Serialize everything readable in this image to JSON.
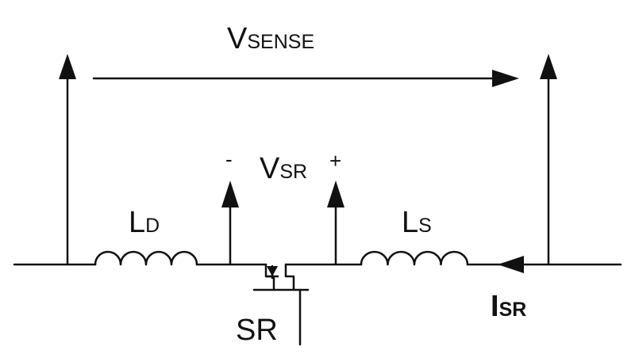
{
  "labels": {
    "v_sense": {
      "main": "V",
      "sub": "SENSE"
    },
    "v_sr": {
      "main": "V",
      "sub": "SR"
    },
    "l_d": {
      "main": "L",
      "sub": "D"
    },
    "l_s": {
      "main": "L",
      "sub": "S"
    },
    "i_sr": {
      "main": "I",
      "sub": "SR"
    },
    "sr": "SR",
    "minus": "-",
    "plus": "+"
  },
  "colors": {
    "ink": "#111111",
    "background": "#ffffff"
  }
}
